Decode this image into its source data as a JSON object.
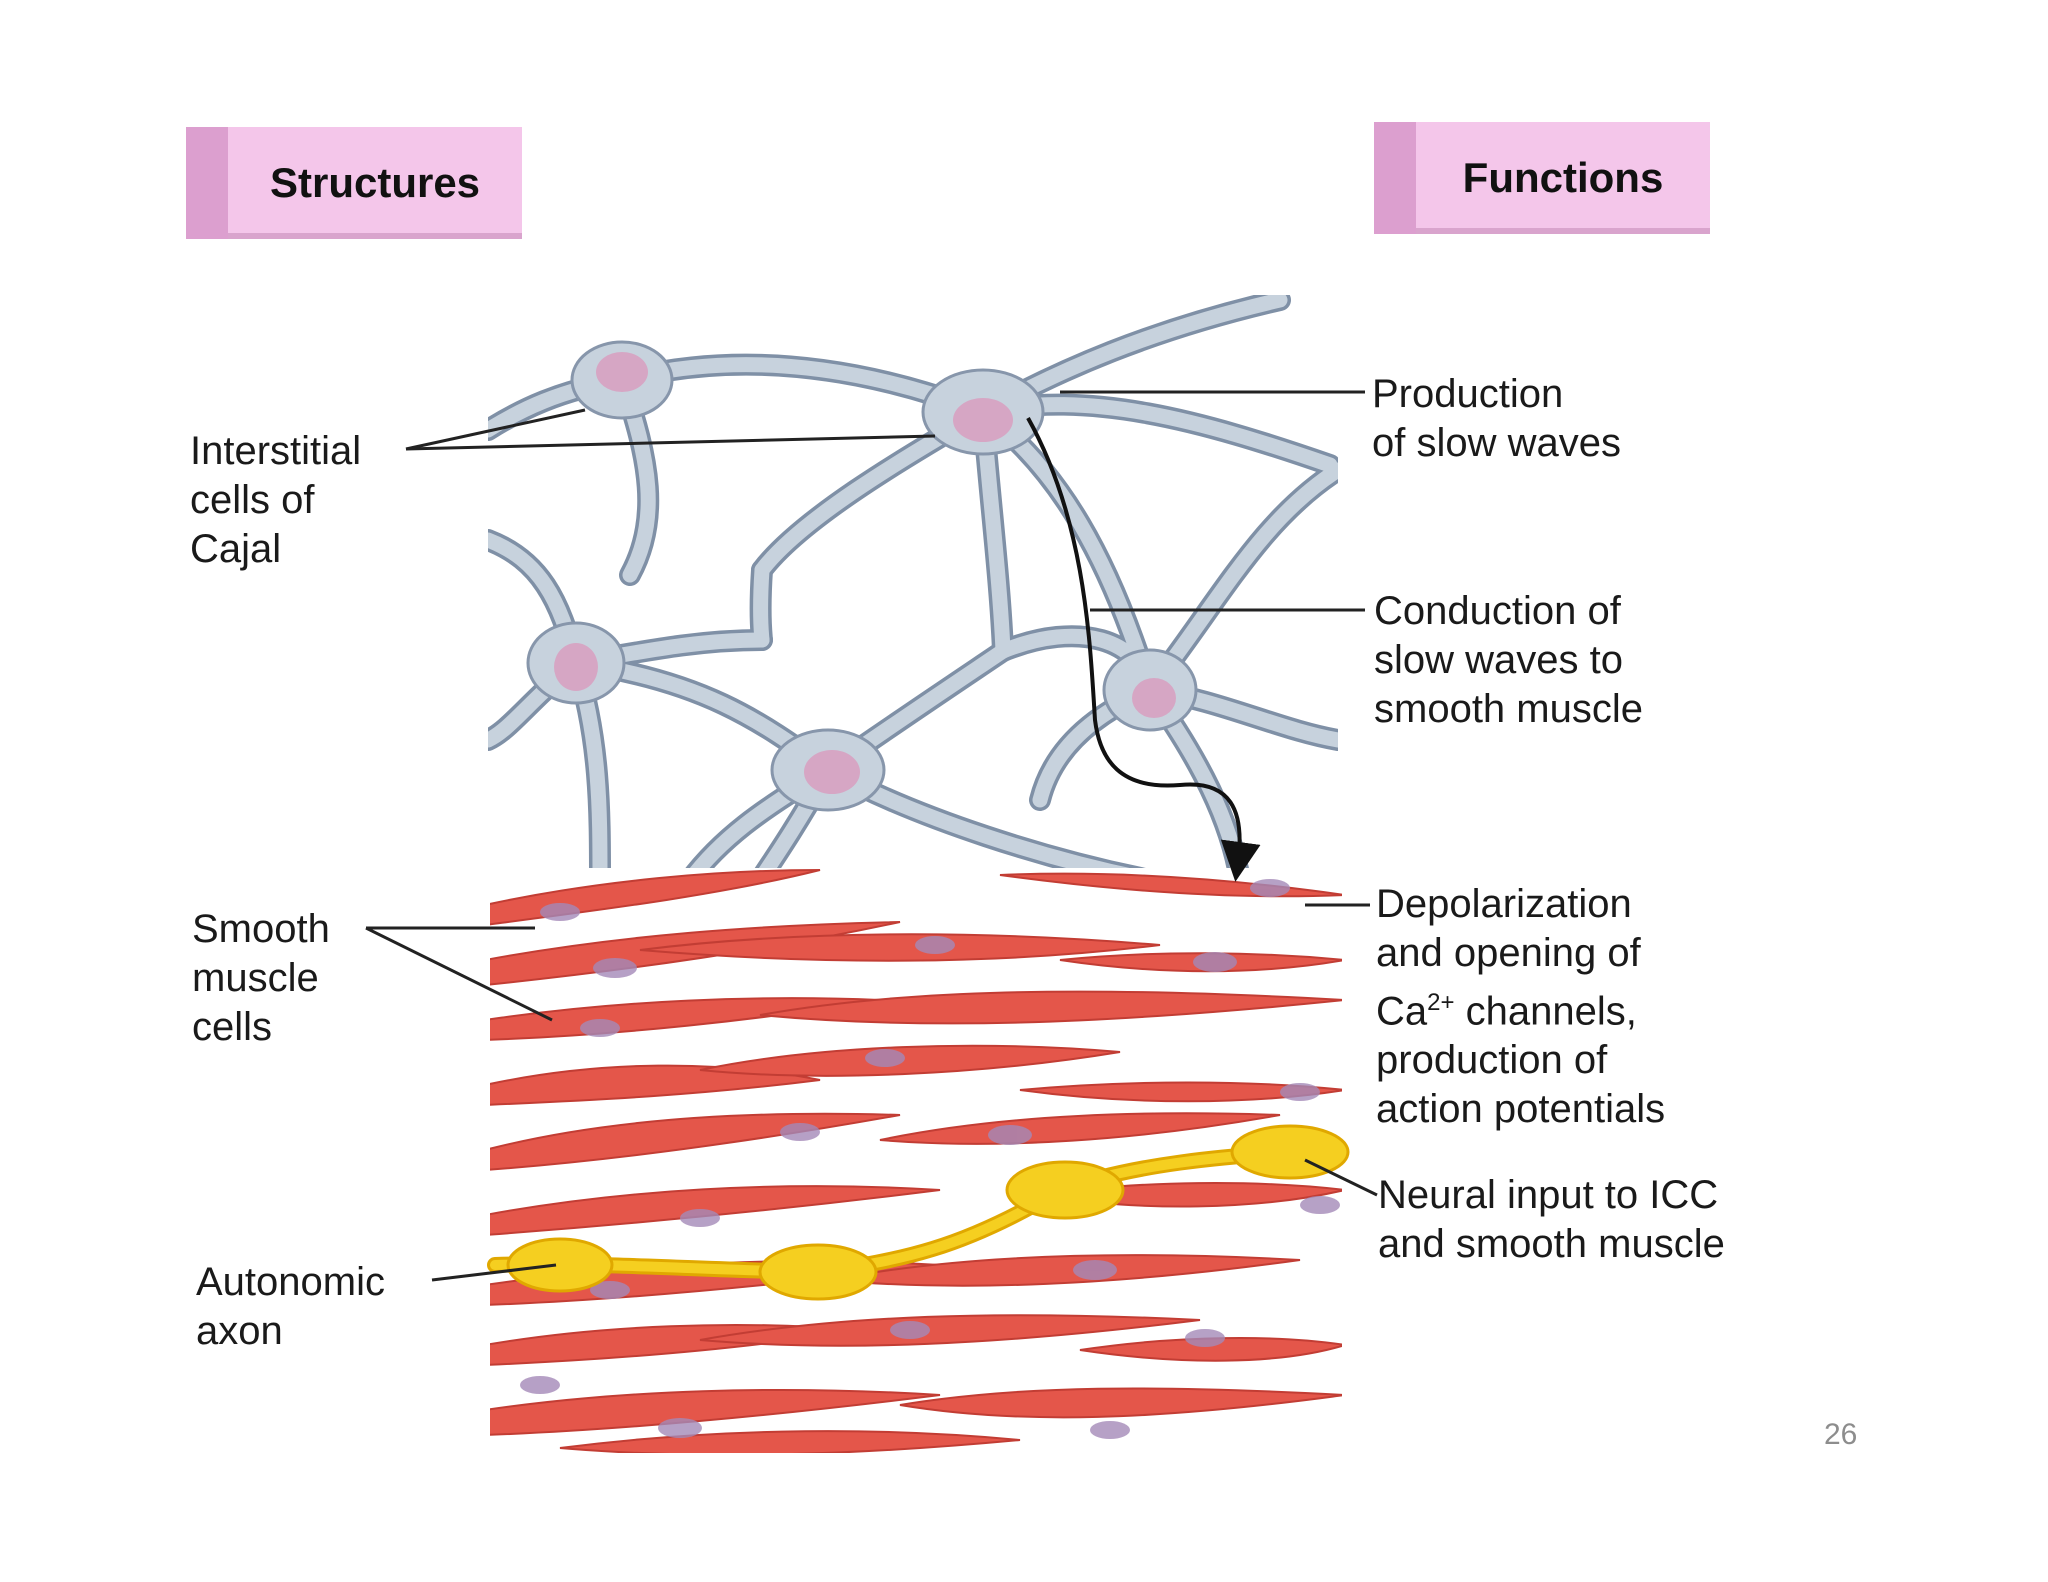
{
  "headers": {
    "structures": "Structures",
    "functions": "Functions"
  },
  "structures": {
    "icc": [
      "Interstitial",
      "cells of",
      "Cajal"
    ],
    "smooth_muscle": [
      "Smooth",
      "muscle",
      "cells"
    ],
    "axon": [
      "Autonomic",
      "axon"
    ]
  },
  "functions": {
    "slow_waves": [
      "Production",
      "of slow waves"
    ],
    "conduction": [
      "Conduction of",
      "slow waves to",
      "smooth muscle"
    ],
    "depolarization": {
      "line1": "Depolarization",
      "line2": "and opening of",
      "line3_base": "Ca",
      "line3_sup": "2+",
      "line3_rest": " channels,",
      "line4": "production of",
      "line5": "action potentials"
    },
    "neural": [
      "Neural input to ICC",
      "and smooth muscle"
    ]
  },
  "page_number": "26",
  "colors": {
    "header_fill": "#f4c6ea",
    "icc_cell": "#c7d2dd",
    "icc_nucleus": "#d6a6c4",
    "muscle_cell": "#e4564a",
    "muscle_nucleus": "#a489b8",
    "axon": "#f5cf20"
  }
}
